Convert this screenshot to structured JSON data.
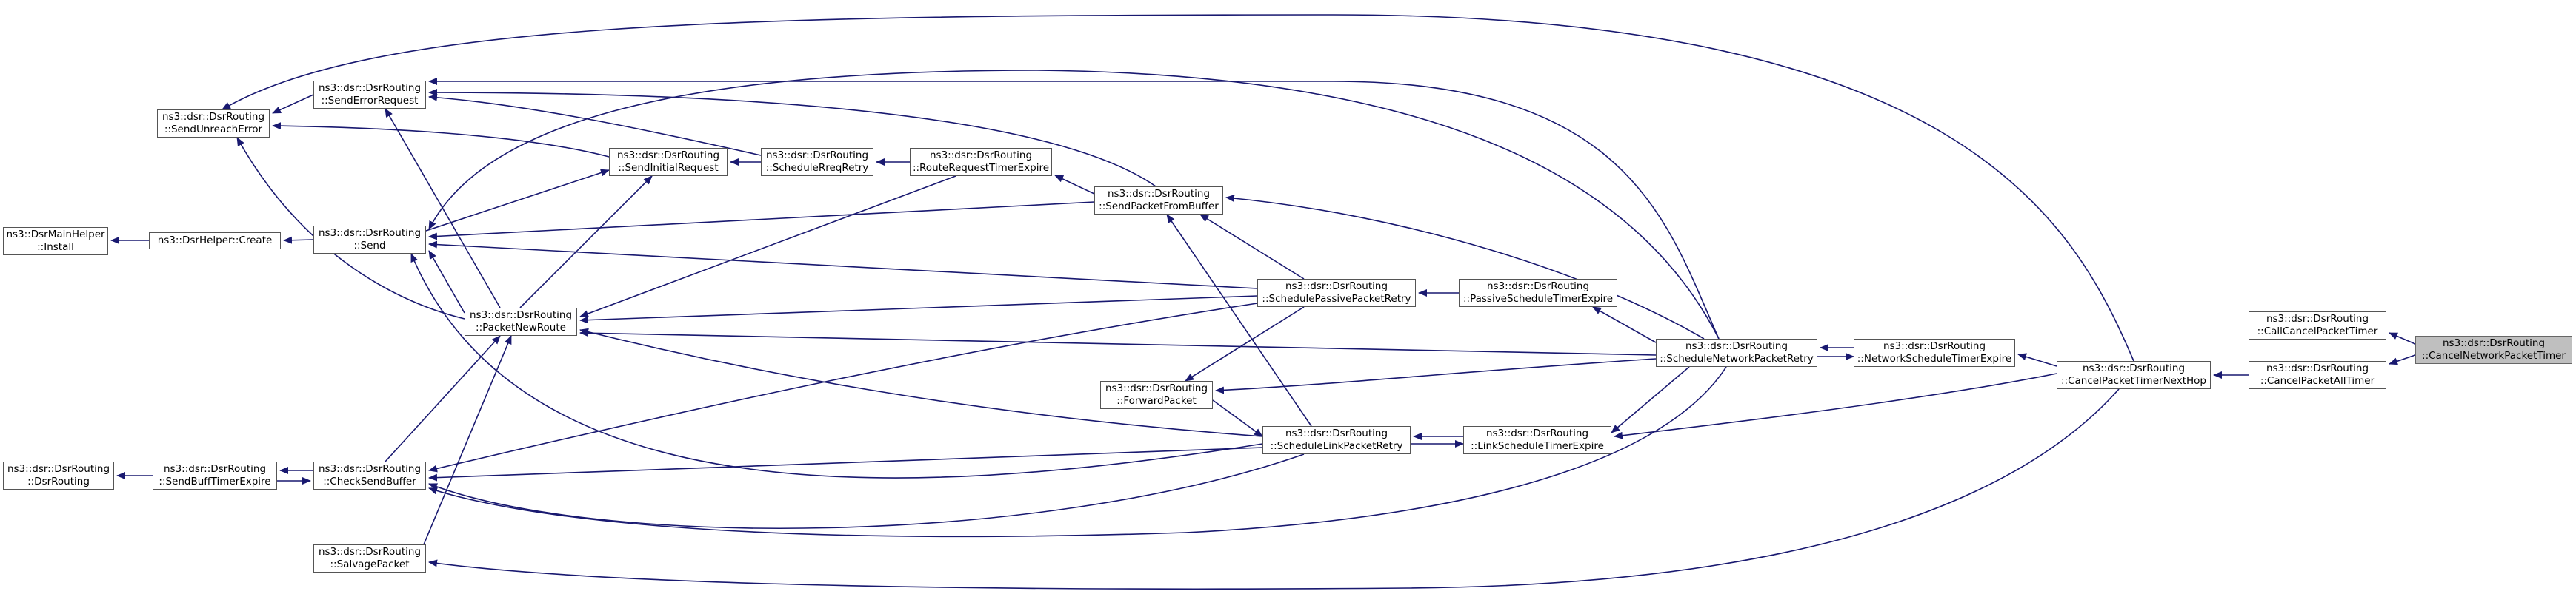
{
  "colors": {
    "edge": "#191970",
    "node_border": "#555555",
    "focus_fill": "#bfbfbf"
  },
  "nodes": {
    "main_install": {
      "l1": "ns3::DsrMainHelper",
      "l2": "::Install"
    },
    "helper_create": {
      "l1": "ns3::DsrHelper::Create",
      "l2": ""
    },
    "dsr_ctor": {
      "l1": "ns3::dsr::DsrRouting",
      "l2": "::DsrRouting"
    },
    "send_unreach": {
      "l1": "ns3::dsr::DsrRouting",
      "l2": "::SendUnreachError"
    },
    "send_buff_timer": {
      "l1": "ns3::dsr::DsrRouting",
      "l2": "::SendBuffTimerExpire"
    },
    "send_error_req": {
      "l1": "ns3::dsr::DsrRouting",
      "l2": "::SendErrorRequest"
    },
    "send": {
      "l1": "ns3::dsr::DsrRouting",
      "l2": "::Send"
    },
    "check_send_buffer": {
      "l1": "ns3::dsr::DsrRouting",
      "l2": "::CheckSendBuffer"
    },
    "salvage": {
      "l1": "ns3::dsr::DsrRouting",
      "l2": "::SalvagePacket"
    },
    "packet_new_route": {
      "l1": "ns3::dsr::DsrRouting",
      "l2": "::PacketNewRoute"
    },
    "send_initial_req": {
      "l1": "ns3::dsr::DsrRouting",
      "l2": "::SendInitialRequest"
    },
    "schedule_rreq_retry": {
      "l1": "ns3::dsr::DsrRouting",
      "l2": "::ScheduleRreqRetry"
    },
    "route_req_timer": {
      "l1": "ns3::dsr::DsrRouting",
      "l2": "::RouteRequestTimerExpire"
    },
    "send_from_buffer": {
      "l1": "ns3::dsr::DsrRouting",
      "l2": "::SendPacketFromBuffer"
    },
    "forward_packet": {
      "l1": "ns3::dsr::DsrRouting",
      "l2": "::ForwardPacket"
    },
    "sched_passive_retry": {
      "l1": "ns3::dsr::DsrRouting",
      "l2": "::SchedulePassivePacketRetry"
    },
    "sched_link_retry": {
      "l1": "ns3::dsr::DsrRouting",
      "l2": "::ScheduleLinkPacketRetry"
    },
    "passive_timer": {
      "l1": "ns3::dsr::DsrRouting",
      "l2": "::PassiveScheduleTimerExpire"
    },
    "link_timer": {
      "l1": "ns3::dsr::DsrRouting",
      "l2": "::LinkScheduleTimerExpire"
    },
    "sched_network_retry": {
      "l1": "ns3::dsr::DsrRouting",
      "l2": "::ScheduleNetworkPacketRetry"
    },
    "network_timer": {
      "l1": "ns3::dsr::DsrRouting",
      "l2": "::NetworkScheduleTimerExpire"
    },
    "cancel_timer_nexthop": {
      "l1": "ns3::dsr::DsrRouting",
      "l2": "::CancelPacketTimerNextHop"
    },
    "call_cancel": {
      "l1": "ns3::dsr::DsrRouting",
      "l2": "::CallCancelPacketTimer"
    },
    "cancel_all": {
      "l1": "ns3::dsr::DsrRouting",
      "l2": "::CancelPacketAllTimer"
    },
    "cancel_network": {
      "l1": "ns3::dsr::DsrRouting",
      "l2": "::CancelNetworkPacketTimer"
    }
  }
}
